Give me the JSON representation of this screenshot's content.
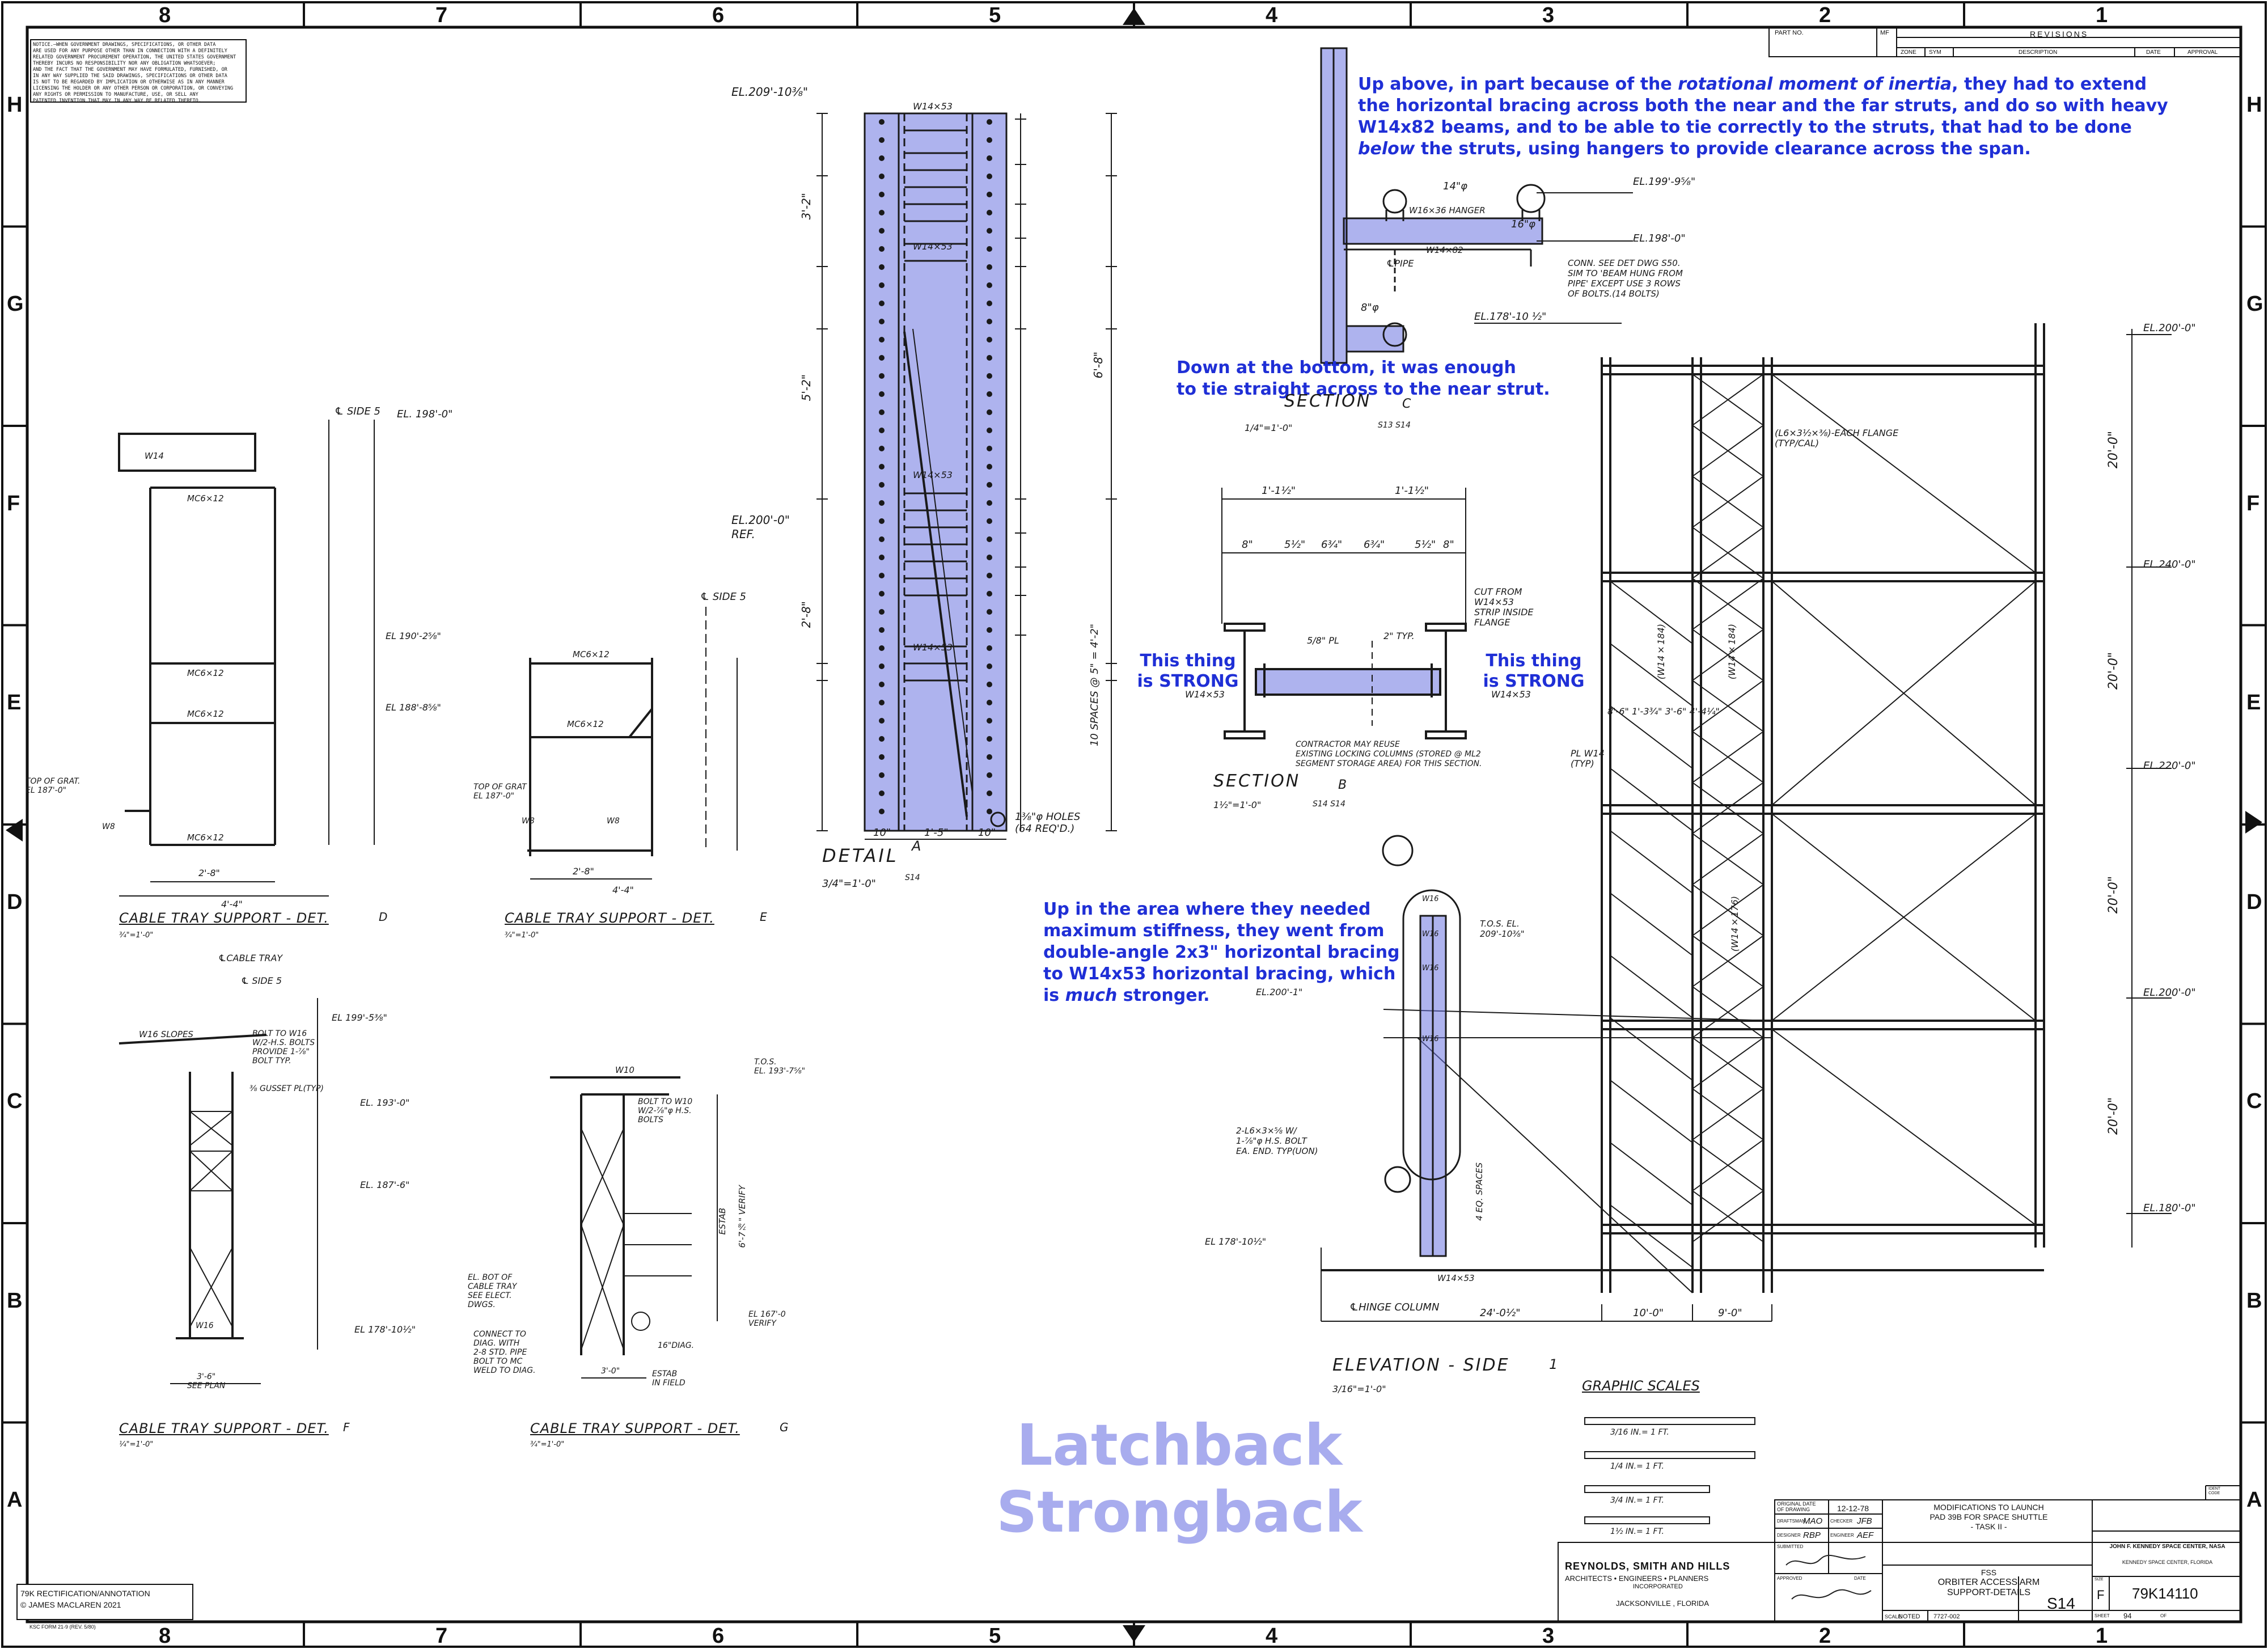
{
  "border": {
    "columns": [
      "8",
      "7",
      "6",
      "5",
      "4",
      "3",
      "2",
      "1"
    ],
    "rows": [
      "H",
      "G",
      "F",
      "E",
      "D",
      "C",
      "B",
      "A"
    ]
  },
  "legal_notice": "NOTICE.—WHEN GOVERNMENT DRAWINGS, SPECIFICATIONS, OR OTHER DATA\nARE USED FOR ANY PURPOSE OTHER THAN IN CONNECTION WITH A DEFINITELY\nRELATED GOVERNMENT PROCUREMENT OPERATION, THE UNITED STATES GOVERNMENT\nTHEREBY INCURS NO RESPONSIBILITY NOR ANY OBLIGATION WHATSOEVER;\nAND THE FACT THAT THE GOVERNMENT MAY HAVE FORMULATED, FURNISHED, OR\nIN ANY WAY SUPPLIED THE SAID DRAWINGS, SPECIFICATIONS OR OTHER DATA\nIS NOT TO BE REGARDED BY IMPLICATION OR OTHERWISE AS IN ANY MANNER\nLICENSING THE HOLDER OR ANY OTHER PERSON OR CORPORATION, OR CONVEYING\nANY RIGHTS OR PERMISSION TO MANUFACTURE, USE, OR SELL ANY\nPATENTED INVENTION THAT MAY IN ANY WAY BE RELATED THERETO.",
  "revisions": {
    "title": "REVISIONS",
    "part_no": "PART NO.",
    "mf": "MF",
    "cols": [
      "ZONE",
      "SYM",
      "DESCRIPTION",
      "DATE",
      "APPROVAL"
    ]
  },
  "annotations": {
    "top": {
      "pre": "Up above, in part because of the ",
      "em": "rotational moment of inertia",
      "mid": ", they had to extend the horizontal bracing across both the near and the far struts, and do so with heavy W14x82 beams, and to be able to tie correctly to the struts, that had to be done ",
      "em2": "below",
      "post": " the struts, using hangers to provide clearance across the span."
    },
    "bottom": "Down at the bottom, it was enough\nto tie straight across to the near strut.",
    "strong_left": "This thing\nis STRONG",
    "strong_right": "This thing\nis STRONG",
    "stiffness": {
      "pre": "Up in the area where they needed\nmaximum stiffness, they went from\ndouble-angle 2x3\" horizontal bracing\nto W14x53 horizontal bracing, which\nis ",
      "em": "much",
      "post": " stronger."
    },
    "overlay_title": [
      "Latchback",
      "Strongback"
    ]
  },
  "drawing_labels": {
    "el_209": "EL.209'-10⅜\"",
    "el_200_ref": "EL.200'-0\"",
    "ref": "REF.",
    "w14x53_top": "W14×53",
    "w14x53_mid": "W14×53",
    "w14x53_low": "W14×53",
    "w14x53_bot": "W14×53",
    "dim_3_2": "3'-2\"",
    "dim_5_2": "5'-2\"",
    "dim_6_8": "6'-8\"",
    "dim_2_8": "2'-8\"",
    "dim_10sp": "10 SPACES @ 5\" = 4'-2\"",
    "holes": "1⅜\"φ HOLES\n(64 REQ'D.)",
    "dim_10_left": "10\"",
    "dim_1_5": "1'-5\"",
    "dim_10_right": "10\"",
    "detail_a": "DETAIL",
    "detail_a_mark": "A",
    "detail_a_ref": "S14",
    "detail_a_scale": "3/4\"=1'-0\"",
    "el_199": "EL.199'-9⅝\"",
    "el_198": "EL.198'-0\"",
    "el_178": "EL.178'-10 ½\"",
    "pipe_14": "14\"φ",
    "pipe_16": "16\"φ",
    "pipe_8": "8\"φ",
    "w16_hanger": "W16×36 HANGER",
    "w14x82": "W14×82",
    "cl_pipe": "℄PIPE",
    "conn_note": "CONN. SEE DET DWG S50.\nSIM TO 'BEAM HUNG FROM\nPIPE' EXCEPT USE 3 ROWS\nOF BOLTS.(14 BOLTS)",
    "section_c": "SECTION",
    "section_c_mark": "C",
    "section_c_ref": "S13 S14",
    "section_c_scale": "1/4\"=1'-0\"",
    "sec_b_dims_top": [
      "1'-1½\"",
      "1'-1½\""
    ],
    "sec_b_dims": [
      "8\"",
      "5½\"",
      "6¾\"",
      "6¾\"",
      "5½\"",
      "8\""
    ],
    "cut_from": "CUT FROM\nW14×53\nSTRIP INSIDE\nFLANGE",
    "typ_2": "2\" TYP.",
    "pl_58": "5/8\" PL",
    "w14x53_secb_l": "W14×53",
    "w14x53_secb_r": "W14×53",
    "reuse_note": "CONTRACTOR MAY REUSE\nEXISTING LOCKING COLUMNS (STORED @ ML2\nSEGMENT STORAGE AREA) FOR THIS SECTION.",
    "section_b": "SECTION",
    "section_b_mark": "B",
    "section_b_ref": "S14 S14",
    "section_b_scale": "1½\"=1'-0\"",
    "el_200_top": "EL.200'-0\"",
    "el_240": "EL.240'-0\"",
    "el_220": "EL.220'-0\"",
    "el_200_mid": "EL.200'-0\"",
    "el_180": "EL.180'-0\"",
    "dim_20_a": "20'-0\"",
    "dim_20_b": "20'-0\"",
    "dim_20_c": "20'-0\"",
    "dim_20_d": "20'-0\"",
    "flange_note": "(L6×3½×⅜)-EACH FLANGE\n(TYP/CAL)",
    "w14x184_a": "(W14×184)",
    "w14x184_b": "(W14×184)",
    "w14x176": "(W14×176)",
    "dims_mid": "8'-6\"  1'-3¾\"  3'-6\"  4'-4¼\"",
    "typ_w14": "PL W14\n(TYP)",
    "el_209_b": "T.O.S. EL.\n209'-10⅜\"",
    "w16_labels": [
      "W16",
      "W16",
      "W16",
      "W16"
    ],
    "el_200_1": "EL.200'-1\"",
    "el_178_b": "EL 178'-10½\"",
    "bolt_note": "2-L6×3×⅝ W/\n1-⅞\"φ H.S. BOLT\nEA. END. TYP(UON)",
    "eq_spaces": "4 EQ. SPACES",
    "w14x53_elev": "W14×53",
    "hinge_col": "℄HINGE COLUMN",
    "dim_24": "24'-0½\"",
    "dim_10": "10'-0\"",
    "dim_9": "9'-0\"",
    "elevation": "ELEVATION - SIDE",
    "elevation_mark": "1",
    "elevation_scale": "3/16\"=1'-0\"",
    "graphic_scales": "GRAPHIC SCALES",
    "scale_labels": [
      "3/16 IN.= 1 FT.",
      "1/4 IN.= 1 FT.",
      "3/4 IN.= 1 FT.",
      "1½ IN.= 1 FT."
    ],
    "cable_d": "CABLE TRAY SUPPORT - DET.",
    "cable_d_mark": "D",
    "cable_d_scale": "¾\"=1'-0\"",
    "cable_e": "CABLE TRAY SUPPORT - DET.",
    "cable_e_mark": "E",
    "cable_e_scale": "¾\"=1'-0\"",
    "cable_f": "CABLE TRAY SUPPORT - DET.",
    "cable_f_mark": "F",
    "cable_f_scale": "¼\"=1'-0\"",
    "cable_g": "CABLE TRAY SUPPORT - DET.",
    "cable_g_mark": "G",
    "cable_g_scale": "¾\"=1'-0\"",
    "side5_a": "℄ SIDE 5",
    "side5_b": "℄ SIDE 5",
    "el_198_d": "EL. 198'-0\"",
    "el_190": "EL 190'-2⅝\"",
    "el_188": "EL 188'-8⅝\"",
    "top_grat": "TOP OF GRAT.\nEL 187'-0\"",
    "top_grat_e": "TOP OF GRAT\nEL 187'-0\"",
    "mc6_labels": [
      "MC6×12",
      "MC6×12",
      "MC6×12",
      "MC6×12"
    ],
    "w8_labels": [
      "W8",
      "W8",
      "W8"
    ],
    "dim_4_4": "4'-4\"",
    "dim_2_8e": "2'-8\"",
    "dim_4_4e": "4'-4\"",
    "w14_d": "W14",
    "f_cable": "℄CABLE TRAY",
    "f_side5": "℄ SIDE 5",
    "f_slopes": "W16 SLOPES",
    "f_bolt": "BOLT TO W16\nW/2-H.S. BOLTS\nPROVIDE 1-⅞\"\nBOLT TYP.",
    "f_gusset": "⅜ GUSSET PL(TYP)",
    "f_el199": "EL 199'-5⅜\"",
    "f_el193": "EL. 193'-0\"",
    "f_el187": "EL. 187'-6\"",
    "f_el178": "EL 178'-10½\"",
    "f_plan": "3'-6\"\nSEE PLAN",
    "f_w16": "W16",
    "g_w10": "W10",
    "g_bolt": "BOLT TO W10\nW/2-⅞\"φ H.S.\nBOLTS",
    "g_tos": "T.O.S.\nEL. 193'-7⅝\"",
    "g_estab": "ESTAB",
    "g_verify": "6'-7⅞\" VERIFY",
    "g_el167": "EL 167'-0\nVERIFY",
    "g_diag": "16\"DIAG.",
    "g_conn": "CONNECT TO\nDIAG. WITH\n2-8 STD. PIPE\nBOLT TO MC\nWELD TO DIAG.",
    "g_3_0": "3'-0\"",
    "g_estab_field": "ESTAB\nIN FIELD",
    "g_el_bot": "EL. BOT OF\nCABLE TRAY\nSEE ELECT.\nDWGS."
  },
  "title_block": {
    "company": "REYNOLDS, SMITH AND HILLS",
    "company_sub": "ARCHITECTS • ENGINEERS • PLANNERS",
    "incorporated": "INCORPORATED",
    "city": "JACKSONVILLE , FLORIDA",
    "original_date_label": "ORIGINAL DATE\nOF DRAWING",
    "original_date": "12-12-78",
    "draftsman_label": "DRAFTSMAN",
    "draftsman": "MAO",
    "checker_label": "CHECKER",
    "checker": "JFB",
    "designer_label": "DESIGNER",
    "designer": "RBP",
    "engineer_label": "ENGINEER",
    "engineer": "AEF",
    "submitted_label": "SUBMITTED",
    "approved_label": "APPROVED",
    "date_label": "DATE",
    "mod_title": "MODIFICATIONS TO LAUNCH\nPAD 39B  FOR SPACE SHUTTLE\n- TASK II -",
    "fss": "FSS",
    "drawing_title": "ORBITER ACCESS ARM\nSUPPORT-DETAILS",
    "scale_label": "SCALE",
    "scale": "NOTED",
    "job_no": "7727-002",
    "sheet_code": "S14",
    "agency": "JOHN F. KENNEDY SPACE CENTER, NASA",
    "agency_sub": "KENNEDY SPACE CENTER, FLORIDA",
    "ident_label": "IDENT\nCODE",
    "size_label": "SIZE",
    "size": "F",
    "drawing_no": "79K14110",
    "sheet_label": "SHEET",
    "sheet_no": "94",
    "of_label": "OF"
  },
  "footer": {
    "rectification": "79K RECTIFICATION/ANNOTATION\n© JAMES MACLAREN 2021",
    "form": "KSC FORM 21-9 (REV. 5/80)"
  },
  "colors": {
    "highlight": "#6c74e0",
    "annotation_text": "#1f2fd6",
    "overlay_title": "#a8acee",
    "line": "#1a1a1a"
  }
}
